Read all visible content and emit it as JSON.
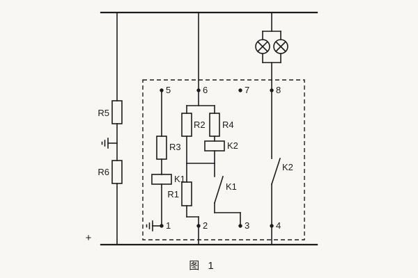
{
  "colors": {
    "background": "#f8f7f4",
    "line": "#1c1c1c"
  },
  "caption": "图 1",
  "polarity": "+",
  "labels": {
    "r1": "R1",
    "r2": "R2",
    "r3": "R3",
    "r4": "R4",
    "r5": "R5",
    "r6": "R6",
    "k1_coil": "K1",
    "k1_contact": "K1",
    "k2_coil": "K2",
    "k2_contact": "K2"
  },
  "terminals": {
    "top": [
      "5",
      "6",
      "7",
      "8"
    ],
    "bottom": [
      "1",
      "2",
      "3",
      "4"
    ]
  }
}
